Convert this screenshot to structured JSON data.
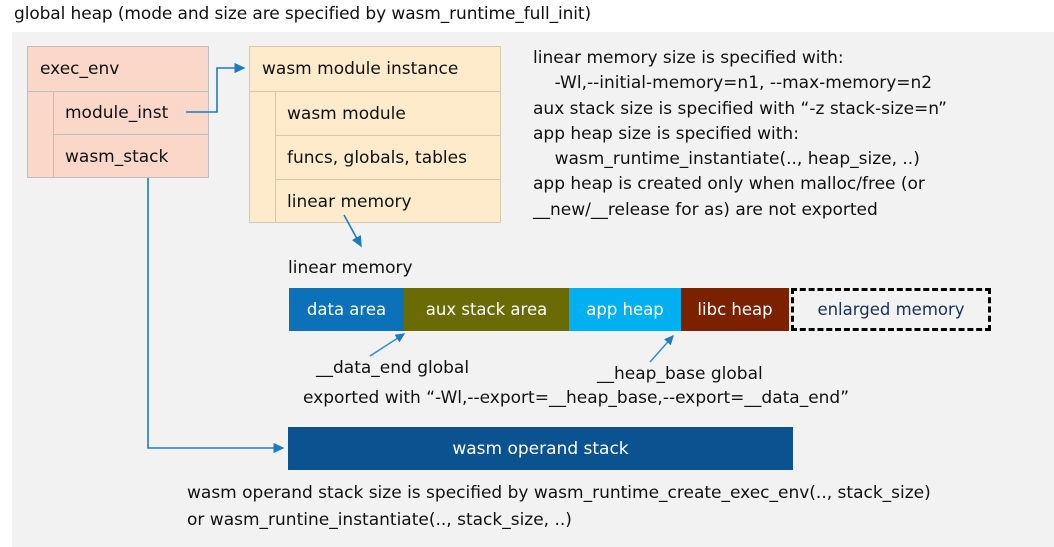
{
  "title": "global heap (mode and size are specified by wasm_runtime_full_init)",
  "exec_env": {
    "header": "exec_env",
    "rows": [
      {
        "label": "module_inst"
      },
      {
        "label": "wasm_stack"
      }
    ]
  },
  "wasm_module_instance": {
    "header": "wasm module instance",
    "rows": [
      {
        "label": "wasm module"
      },
      {
        "label": "funcs, globals, tables"
      },
      {
        "label": "linear memory"
      }
    ]
  },
  "right_note": "linear memory size is specified with:\n    -Wl,--initial-memory=n1, --max-memory=n2\naux stack size is specified with “-z stack-size=n”\napp heap size is specified with:\n    wasm_runtime_instantiate(.., heap_size, ..)\napp heap is created only when malloc/free (or\n__new/__release for as) are not exported",
  "linear_memory": {
    "label": "linear memory",
    "segments": [
      {
        "label": "data area",
        "color": "#0b72b9"
      },
      {
        "label": "aux stack area",
        "color": "#6b6b06"
      },
      {
        "label": "app heap",
        "color": "#00b0f0"
      },
      {
        "label": "libc heap",
        "color": "#7c2100"
      },
      {
        "label": "enlarged memory",
        "color": "#f2f2f2"
      }
    ]
  },
  "annotations": {
    "data_end": "__data_end global",
    "heap_base": "__heap_base global",
    "exported": "exported with “-Wl,--export=__heap_base,--export=__data_end”"
  },
  "operand_stack": {
    "label": "wasm operand stack",
    "color": "#0a5390"
  },
  "bottom_note": "wasm operand stack size is specified by wasm_runtime_create_exec_env(.., stack_size)\nor wasm_runtine_instantiate(.., stack_size, ..)",
  "colors": {
    "panel_background": "#f2f2f2",
    "exec_env_fill": "#fad7c9",
    "module_instance_fill": "#fdebcc",
    "connector": "#1f7ac0"
  }
}
